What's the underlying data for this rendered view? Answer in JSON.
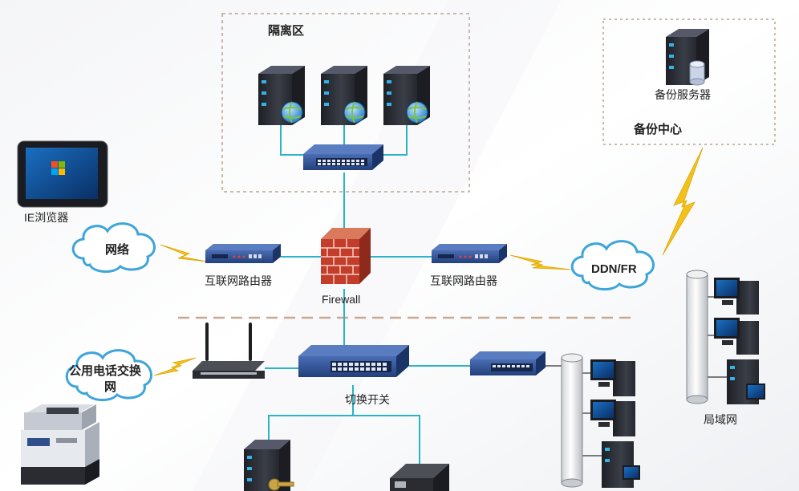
{
  "labels": {
    "isolation_zone": "隔离区",
    "backup_server": "备份服务器",
    "backup_center": "备份中心",
    "ie_browser": "IE浏览器",
    "network_cloud": "网络",
    "router_left": "互联网路由器",
    "router_right": "互联网路由器",
    "firewall": "Firewall",
    "ddn_cloud": "DDN/FR",
    "pstn_cloud_line1": "公用电话交换",
    "pstn_cloud_line2": "网",
    "core_switch": "切换开关",
    "lan": "局域网"
  },
  "colors": {
    "link": "#2bb3c7",
    "zone_border": "#b9a590",
    "divider": "#c9a88e",
    "lightning": "#f3c21a",
    "server_dark": "#2e3138",
    "switch_blue": "#2d4f92",
    "firewall_red": "#c43c2a"
  }
}
